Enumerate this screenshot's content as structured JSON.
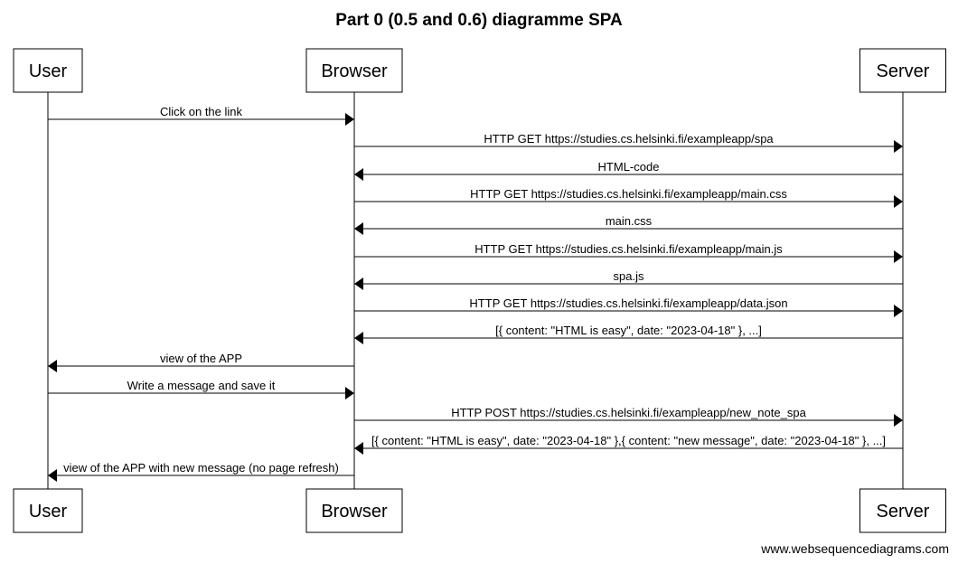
{
  "title": "Part 0 (0.5 and 0.6) diagramme SPA",
  "participants": [
    {
      "id": "user",
      "label": "User"
    },
    {
      "id": "browser",
      "label": "Browser"
    },
    {
      "id": "server",
      "label": "Server"
    }
  ],
  "messages": [
    {
      "from": "user",
      "to": "browser",
      "label": "Click on the link"
    },
    {
      "from": "browser",
      "to": "server",
      "label": "HTTP GET https://studies.cs.helsinki.fi/exampleapp/spa"
    },
    {
      "from": "server",
      "to": "browser",
      "label": "HTML-code"
    },
    {
      "from": "browser",
      "to": "server",
      "label": "HTTP GET https://studies.cs.helsinki.fi/exampleapp/main.css"
    },
    {
      "from": "server",
      "to": "browser",
      "label": "main.css"
    },
    {
      "from": "browser",
      "to": "server",
      "label": "HTTP GET https://studies.cs.helsinki.fi/exampleapp/main.js"
    },
    {
      "from": "server",
      "to": "browser",
      "label": "spa.js"
    },
    {
      "from": "browser",
      "to": "server",
      "label": "HTTP GET https://studies.cs.helsinki.fi/exampleapp/data.json"
    },
    {
      "from": "server",
      "to": "browser",
      "label": "[{ content: \"HTML is easy\", date: \"2023-04-18\" }, ...]"
    },
    {
      "from": "browser",
      "to": "user",
      "label": "view of the APP"
    },
    {
      "from": "user",
      "to": "browser",
      "label": "Write a message and save it"
    },
    {
      "from": "browser",
      "to": "server",
      "label": "HTTP POST https://studies.cs.helsinki.fi/exampleapp/new_note_spa"
    },
    {
      "from": "server",
      "to": "browser",
      "label": "[{ content: \"HTML is easy\", date: \"2023-04-18\" },{ content: \"new message\", date: \"2023-04-18\" }, ...]"
    },
    {
      "from": "browser",
      "to": "user",
      "label": "view of the APP with new message (no page refresh)"
    }
  ],
  "watermark": "www.websequencediagrams.com"
}
